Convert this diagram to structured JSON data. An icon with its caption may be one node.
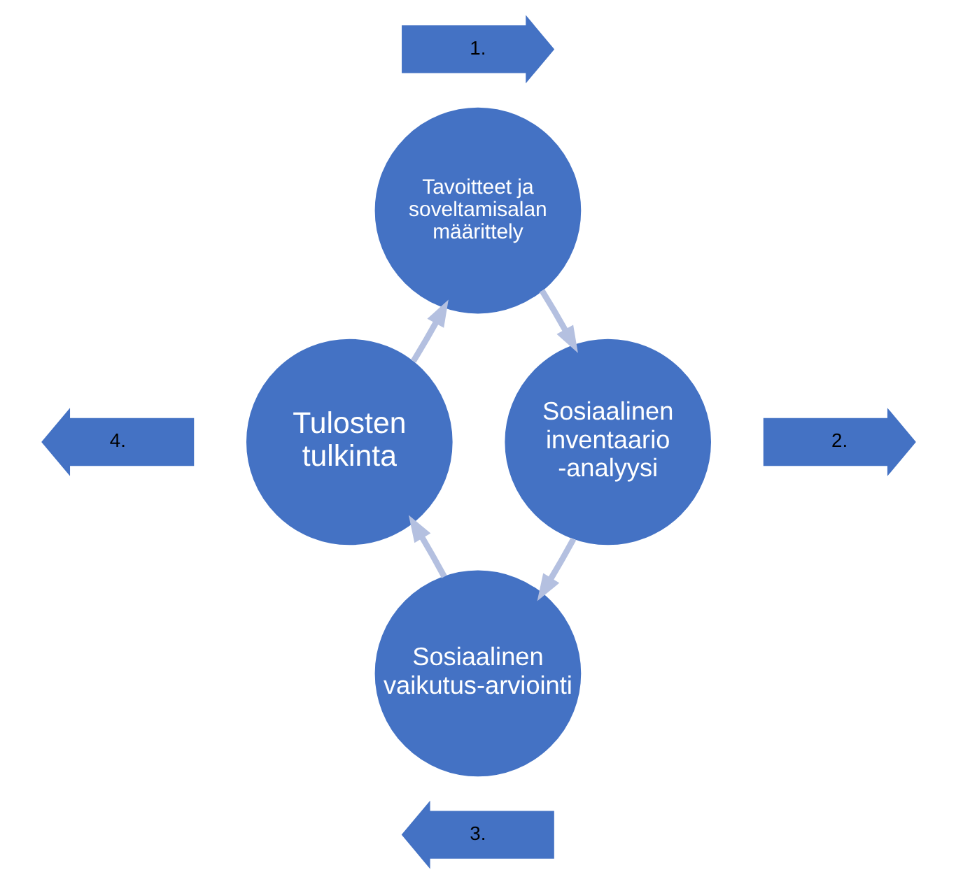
{
  "diagram": {
    "nodes": [
      {
        "text": [
          "Tavoitteet ja soveltamisalan määrittely"
        ]
      },
      {
        "text": [
          "Sosiaalinen inventaario -analyysi"
        ]
      },
      {
        "text": [
          "Sosiaalinen vaikutus-arviointi"
        ]
      },
      {
        "text": [
          "Tulosten tulkinta"
        ]
      },
      {
        "text": [
          "1."
        ]
      },
      {
        "text": [
          "2."
        ]
      },
      {
        "text": [
          "3."
        ]
      },
      {
        "text": [
          "4."
        ]
      }
    ],
    "edges": [
      {
        "from": 0,
        "to": 1,
        "arrow": "to"
      },
      {
        "from": 1,
        "to": 2,
        "arrow": "to"
      },
      {
        "from": 2,
        "to": 3,
        "arrow": "to"
      },
      {
        "from": 3,
        "to": 0,
        "arrow": "to"
      }
    ]
  }
}
